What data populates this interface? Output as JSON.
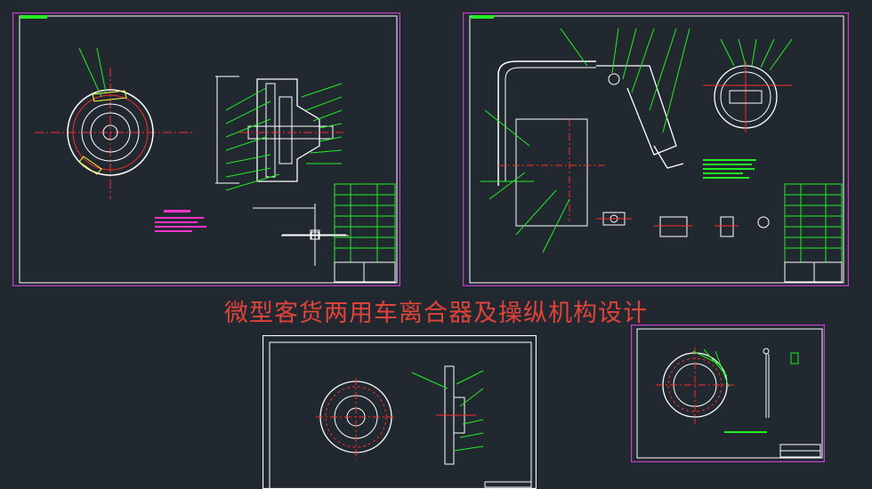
{
  "drawing_title": "微型客货两用车离合器及操纵机构设计",
  "colors": {
    "background": "#212830",
    "sheet_border": "#c040c8",
    "frame": "#ffffff",
    "part": "#ffffff",
    "center_line": "#ff2a2a",
    "leader": "#22ee22",
    "note": "#ff33cc",
    "title_text": "#e0433a"
  },
  "sheets": [
    {
      "label": "sheet-clutch-assembly"
    },
    {
      "label": "sheet-pedal-mechanism"
    },
    {
      "label": "sheet-driven-disc"
    },
    {
      "label": "sheet-friction-plate"
    }
  ]
}
